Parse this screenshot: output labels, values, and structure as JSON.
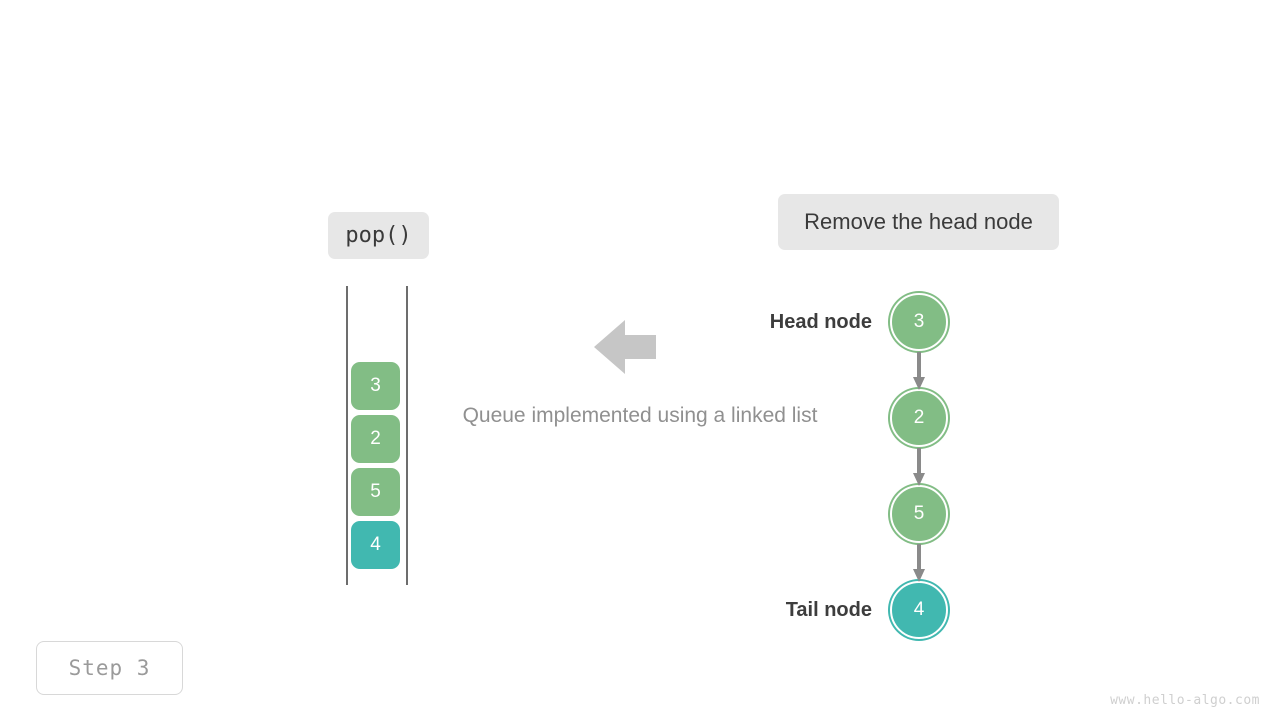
{
  "diagram": {
    "operation_label": "pop()",
    "operation_description": "Remove the head node",
    "caption": "Queue implemented using a linked list",
    "step_label": "Step  3",
    "watermark": "www.hello-algo.com",
    "arrow_icon": "left-block-arrow-icon",
    "colors": {
      "green": "#82bd85",
      "teal": "#41b8b0",
      "pill_bg": "#e7e7e7",
      "wall": "#6d6d6d",
      "arrow": "#c6c6c6",
      "caption_text": "#909090",
      "label_text": "#3d3d3d",
      "watermark_text": "#cfcfcf"
    }
  },
  "queue": {
    "name": "queue-stack",
    "items": [
      {
        "value": "3",
        "color": "green"
      },
      {
        "value": "2",
        "color": "green"
      },
      {
        "value": "5",
        "color": "green"
      },
      {
        "value": "4",
        "color": "teal"
      }
    ]
  },
  "linked_list": {
    "head_label": "Head node",
    "tail_label": "Tail node",
    "nodes": [
      {
        "value": "3",
        "color": "green"
      },
      {
        "value": "2",
        "color": "green"
      },
      {
        "value": "5",
        "color": "green"
      },
      {
        "value": "4",
        "color": "teal"
      }
    ]
  }
}
